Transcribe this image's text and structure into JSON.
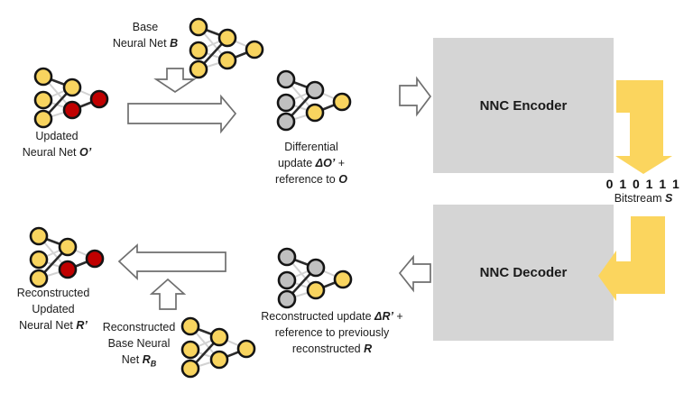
{
  "colors": {
    "yellow_node": "#F8D45F",
    "red_node": "#C00000",
    "gray_node": "#C0C0C0",
    "node_border": "#141414",
    "edge_light": "#D2D2D2",
    "edge_dark": "#2B2B2B",
    "box_gray": "#D5D5D5",
    "arrow_yellow": "#FBD55E",
    "hollow_arrow_border": "#6F6F6F"
  },
  "boxes": {
    "encoder_label": "NNC Encoder",
    "decoder_label": "NNC Decoder"
  },
  "bitstream": {
    "digits": "0 1 0 1 1 1"
  },
  "networks": [
    {
      "id": "updated-neural-net",
      "node_colors": [
        "yellow",
        "yellow",
        "yellow",
        "yellow",
        "red",
        "red"
      ]
    },
    {
      "id": "base-neural-net",
      "node_colors": [
        "yellow",
        "yellow",
        "yellow",
        "yellow",
        "yellow",
        "yellow"
      ]
    },
    {
      "id": "differential-update-net",
      "node_colors": [
        "gray",
        "gray",
        "gray",
        "gray",
        "yellow",
        "yellow"
      ]
    },
    {
      "id": "reconstructed-updated-net",
      "node_colors": [
        "yellow",
        "yellow",
        "yellow",
        "yellow",
        "red",
        "red"
      ]
    },
    {
      "id": "reconstructed-update-net",
      "node_colors": [
        "gray",
        "gray",
        "gray",
        "gray",
        "yellow",
        "yellow"
      ]
    },
    {
      "id": "reconstructed-base-net",
      "node_colors": [
        "yellow",
        "yellow",
        "yellow",
        "yellow",
        "yellow",
        "yellow"
      ]
    }
  ],
  "labels": {
    "base": {
      "lines": [
        [
          {
            "t": "Base"
          }
        ],
        [
          {
            "t": "Neural Net "
          },
          {
            "t": "B",
            "em": true
          }
        ]
      ]
    },
    "updated": {
      "lines": [
        [
          {
            "t": "Updated"
          }
        ],
        [
          {
            "t": "Neural Net "
          },
          {
            "t": "O’",
            "em": true
          }
        ]
      ]
    },
    "differential": {
      "lines": [
        [
          {
            "t": "Differential"
          }
        ],
        [
          {
            "t": "update "
          },
          {
            "t": "ΔO’",
            "em": true
          },
          {
            "t": " +"
          }
        ],
        [
          {
            "t": "reference to "
          },
          {
            "t": "O",
            "em": true
          }
        ]
      ]
    },
    "bitstream": {
      "lines": [
        [
          {
            "t": "Bitstream "
          },
          {
            "t": "S",
            "em": true
          }
        ]
      ]
    },
    "recon_update": {
      "lines": [
        [
          {
            "t": "Reconstructed update "
          },
          {
            "t": "ΔR’",
            "em": true
          },
          {
            "t": " +"
          }
        ],
        [
          {
            "t": "reference to previously"
          }
        ],
        [
          {
            "t": "reconstructed "
          },
          {
            "t": "R",
            "em": true
          }
        ]
      ]
    },
    "recon_updated": {
      "lines": [
        [
          {
            "t": "Reconstructed"
          }
        ],
        [
          {
            "t": "Updated"
          }
        ],
        [
          {
            "t": "Neural Net "
          },
          {
            "t": "R’",
            "em": true
          }
        ]
      ]
    },
    "recon_base": {
      "lines": [
        [
          {
            "t": "Reconstructed"
          }
        ],
        [
          {
            "t": "Base Neural"
          }
        ],
        [
          {
            "t": "Net "
          },
          {
            "t": "R",
            "em": true
          },
          {
            "t": "B",
            "em": true,
            "sub": true
          }
        ]
      ]
    }
  }
}
